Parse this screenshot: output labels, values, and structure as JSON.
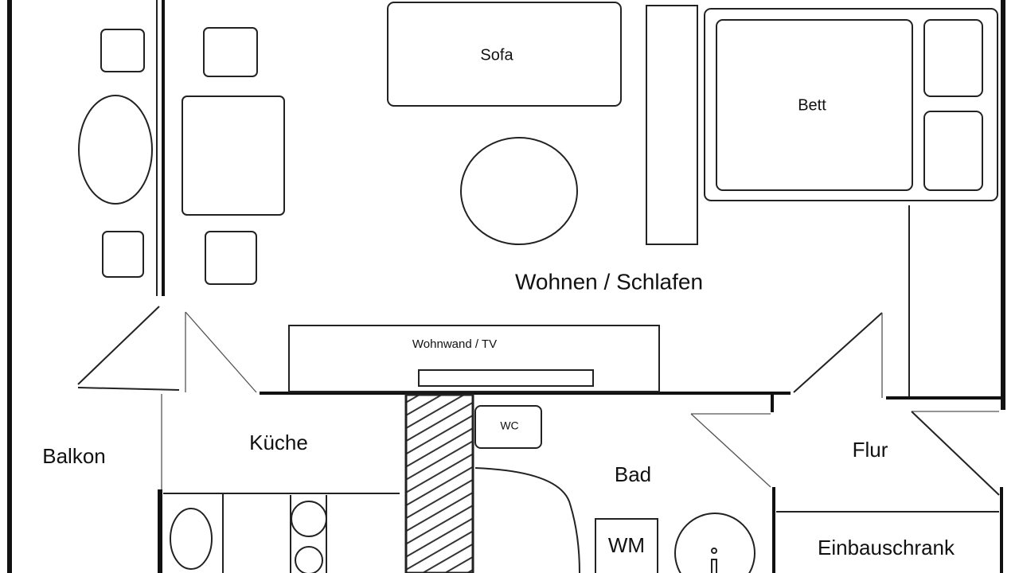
{
  "plan": {
    "rooms": {
      "living": "Wohnen / Schlafen",
      "kitchen": "Küche",
      "balcony": "Balkon",
      "bath": "Bad",
      "hall": "Flur"
    },
    "furniture": {
      "sofa": "Sofa",
      "bed": "Bett",
      "wall_unit": "Wohnwand / TV",
      "wc": "WC",
      "washer": "WM",
      "closet": "Einbauschrank"
    },
    "colors": {
      "line": "#222222",
      "background": "#ffffff"
    }
  }
}
